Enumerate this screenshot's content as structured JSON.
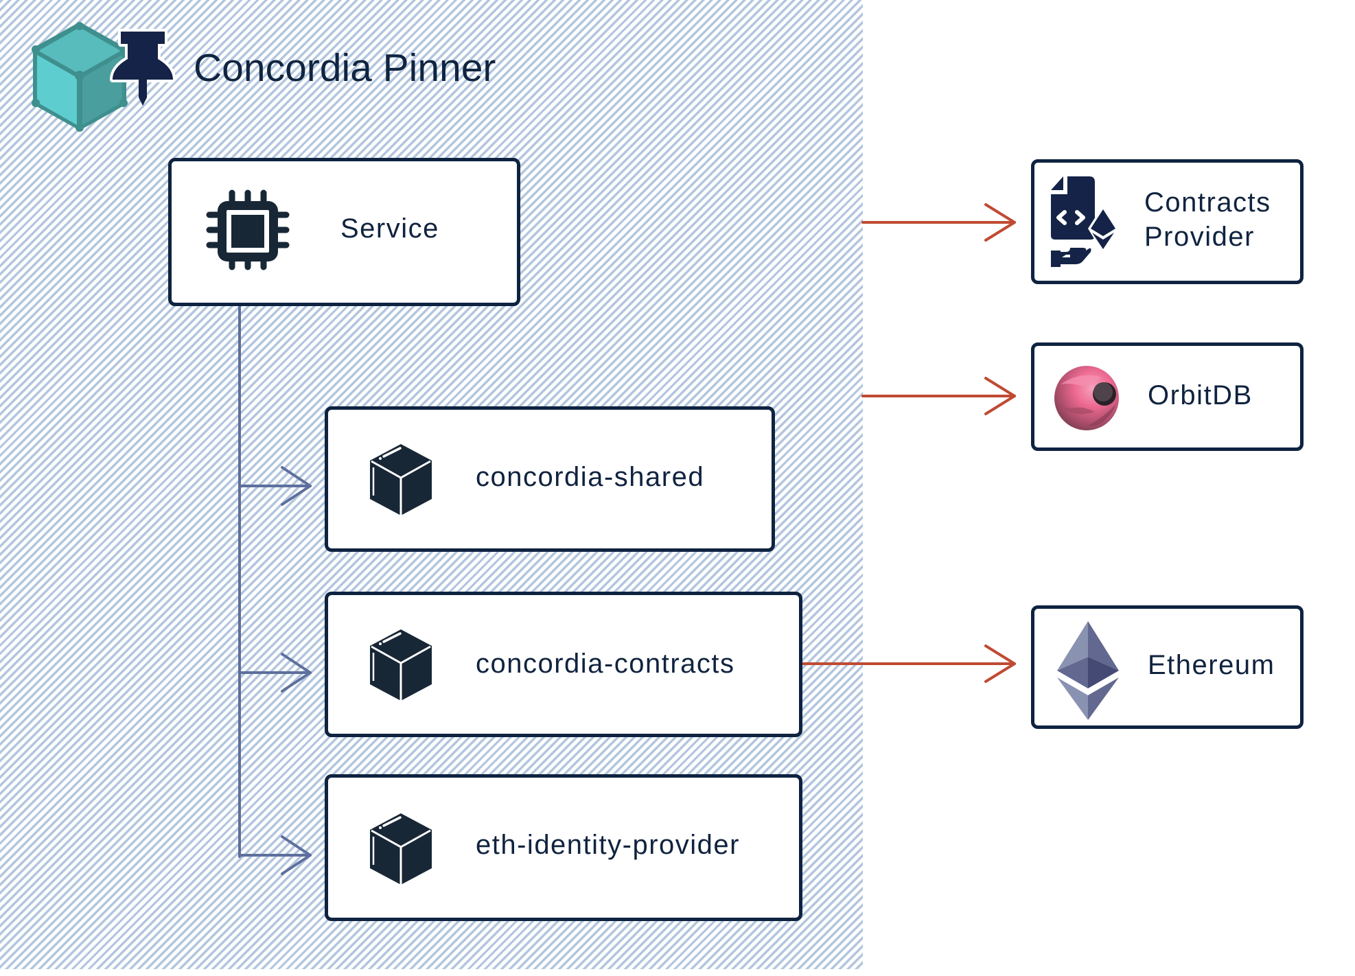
{
  "header": {
    "title": "Concordia Pinner",
    "logo_icon": "concordia-cube-pushpin-logo"
  },
  "nodes": {
    "service": {
      "label": "Service",
      "icon": "cpu-chip-icon"
    },
    "concordia_shared": {
      "label": "concordia-shared",
      "icon": "package-cube-icon"
    },
    "concordia_contracts": {
      "label": "concordia-contracts",
      "icon": "package-cube-icon"
    },
    "eth_identity_provider": {
      "label": "eth-identity-provider",
      "icon": "package-cube-icon"
    },
    "contracts_provider": {
      "label_line1": "Contracts",
      "label_line2": "Provider",
      "icon": "smart-contract-hand-icon"
    },
    "orbitdb": {
      "label": "OrbitDB",
      "icon": "orbitdb-sphere-icon"
    },
    "ethereum": {
      "label": "Ethereum",
      "icon": "ethereum-diamond-icon"
    }
  },
  "edges": [
    {
      "from": "service",
      "to": "concordia-shared",
      "kind": "internal-dependency"
    },
    {
      "from": "service",
      "to": "concordia-contracts",
      "kind": "internal-dependency"
    },
    {
      "from": "service",
      "to": "eth-identity-provider",
      "kind": "internal-dependency"
    },
    {
      "from": "concordia-pinner",
      "to": "contracts-provider",
      "kind": "external-dependency"
    },
    {
      "from": "concordia-pinner",
      "to": "orbitdb",
      "kind": "external-dependency"
    },
    {
      "from": "concordia-contracts",
      "to": "ethereum",
      "kind": "external-dependency"
    }
  ],
  "colors": {
    "node_border": "#0e2340",
    "text": "#10233f",
    "internal_arrow": "#5d6f9c",
    "external_arrow": "#c04a33",
    "hatch": "#b3c6de",
    "logo_teal": "#4fb8b8",
    "pushpin": "#142347"
  }
}
